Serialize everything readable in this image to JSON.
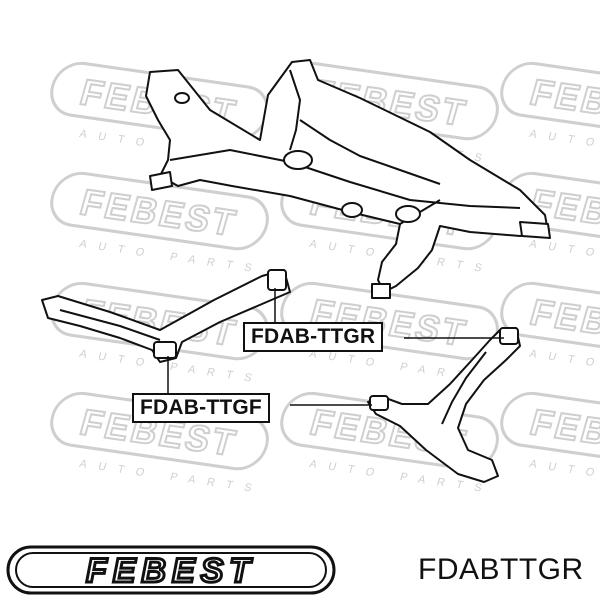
{
  "watermark": {
    "brand": "FEBEST",
    "tagline": "AUTO PARTS"
  },
  "callouts": [
    {
      "id": "tgr",
      "label": "FDAB-TTGR"
    },
    {
      "id": "tgf",
      "label": "FDAB-TTGF"
    }
  ],
  "footer": {
    "brand_logo": "FEBEST",
    "part_number": "FDABTTGR"
  },
  "colors": {
    "ink": "#111111",
    "watermark": "#d9d9d9",
    "background": "#ffffff"
  }
}
